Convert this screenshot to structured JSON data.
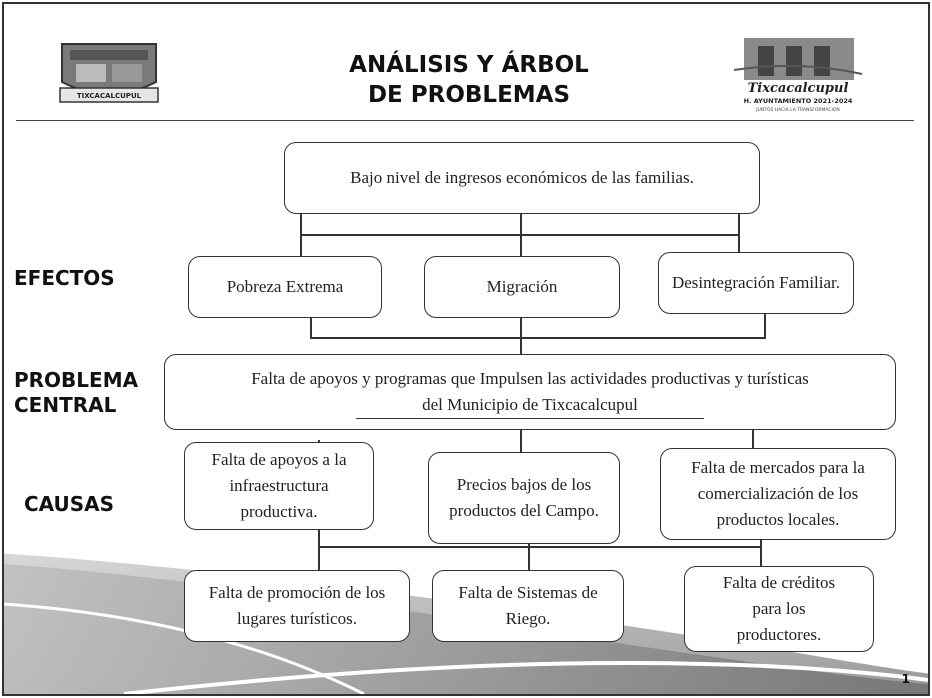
{
  "title": {
    "line1": "ANÁLISIS Y ÁRBOL",
    "line2": "DE PROBLEMAS"
  },
  "logos": {
    "left_banner": "TIXCACALCUPUL",
    "right_name": "Tixcacalcupul",
    "right_sub": "H. AYUNTAMIENTO 2021-2024",
    "right_tag": "JUNTOS HACIA LA TRANSFORMACIÓN"
  },
  "top_effect": "Bajo nivel de ingresos económicos de las familias.",
  "labels": {
    "efectos": "EFECTOS",
    "problema_line1": "PROBLEMA",
    "problema_line2": "CENTRAL",
    "causas": "CAUSAS"
  },
  "effects": [
    "Pobreza Extrema",
    "Migración",
    "Desintegración Familiar."
  ],
  "central_problem": {
    "line1": "Falta de apoyos y programas que  Impulsen las actividades productivas y turísticas",
    "line2": "del Municipio de  Tixcacalcupul"
  },
  "causes": [
    "Falta de apoyos a la infraestructura productiva.",
    "Precios bajos de los productos del Campo.",
    "Falta de mercados para la comercialización de los productos locales."
  ],
  "sub_causes": [
    "Falta de promoción de los lugares turísticos.",
    "Falta de Sistemas de Riego.",
    "Falta de créditos para los productores."
  ],
  "page_number": "1"
}
